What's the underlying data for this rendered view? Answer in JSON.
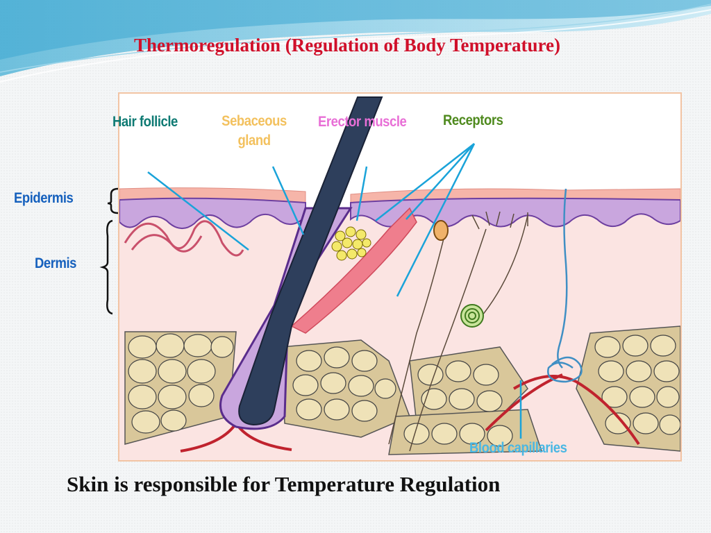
{
  "slide": {
    "title": "Thermoregulation (Regulation of Body Temperature)",
    "caption": "Skin is responsible for Temperature Regulation"
  },
  "labels": {
    "hair_follicle": "Hair follicle",
    "sebaceous_gland": "Sebaceous gland",
    "erector_muscle": "Erector muscle",
    "receptors": "Receptors",
    "epidermis": "Epidermis",
    "dermis": "Dermis",
    "blood_capillaries": "Blood capillaries"
  },
  "colors": {
    "title": "#d0102a",
    "label_hair_follicle": "#0e7a73",
    "label_sebaceous": "#f3c15e",
    "label_erector": "#e86fd6",
    "label_receptors": "#4f8a1e",
    "label_layers": "#1560bd",
    "label_blood": "#4ab7e3",
    "pointer_lines": "#1aa3d9"
  }
}
